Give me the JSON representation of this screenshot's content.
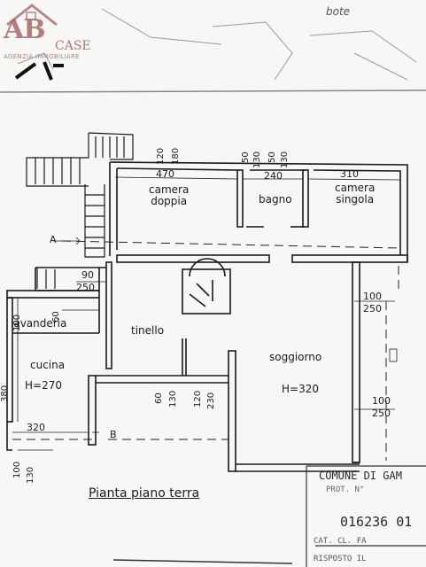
{
  "logo": {
    "letters": "AB",
    "word": "CASE",
    "subtitle": "AGENZIA IMMOBILIARE"
  },
  "corner_note": "bote",
  "title": "Pianta piano terra",
  "rooms": {
    "camera_doppia": "camera\ndoppia",
    "bagno": "bagno",
    "camera_singola": "camera\nsingola",
    "lavanderia": "lavanderia",
    "tinello": "tinello",
    "cucina": "cucina",
    "cucina_h": "H=270",
    "soggiorno": "soggiorno",
    "soggiorno_h": "H=320"
  },
  "dimensions": {
    "top_120": "120",
    "top_180": "180",
    "top_50a": "50",
    "top_130a": "130",
    "top_50b": "50",
    "top_130b": "130",
    "w_470": "470",
    "w_240": "240",
    "w_310": "310",
    "w_90": "90",
    "w_250": "250",
    "lav_100": "100",
    "lav_60": "60",
    "cucina_380": "380",
    "cucina_320": "320",
    "b_60": "60",
    "b_130": "130",
    "b_120": "120",
    "b_230": "230",
    "r_100a": "100",
    "r_250a": "250",
    "r_100b": "100",
    "r_250b": "250",
    "bl_100": "100",
    "bl_130": "130"
  },
  "section_marks": {
    "a": "A",
    "b": "B"
  },
  "stamp": {
    "line1": "COMUNE DI GAM",
    "line2": "PROT. N°",
    "number": "016236 01",
    "line4": "CAT.   CL.   FA",
    "line5": "RISPOSTO IL"
  }
}
